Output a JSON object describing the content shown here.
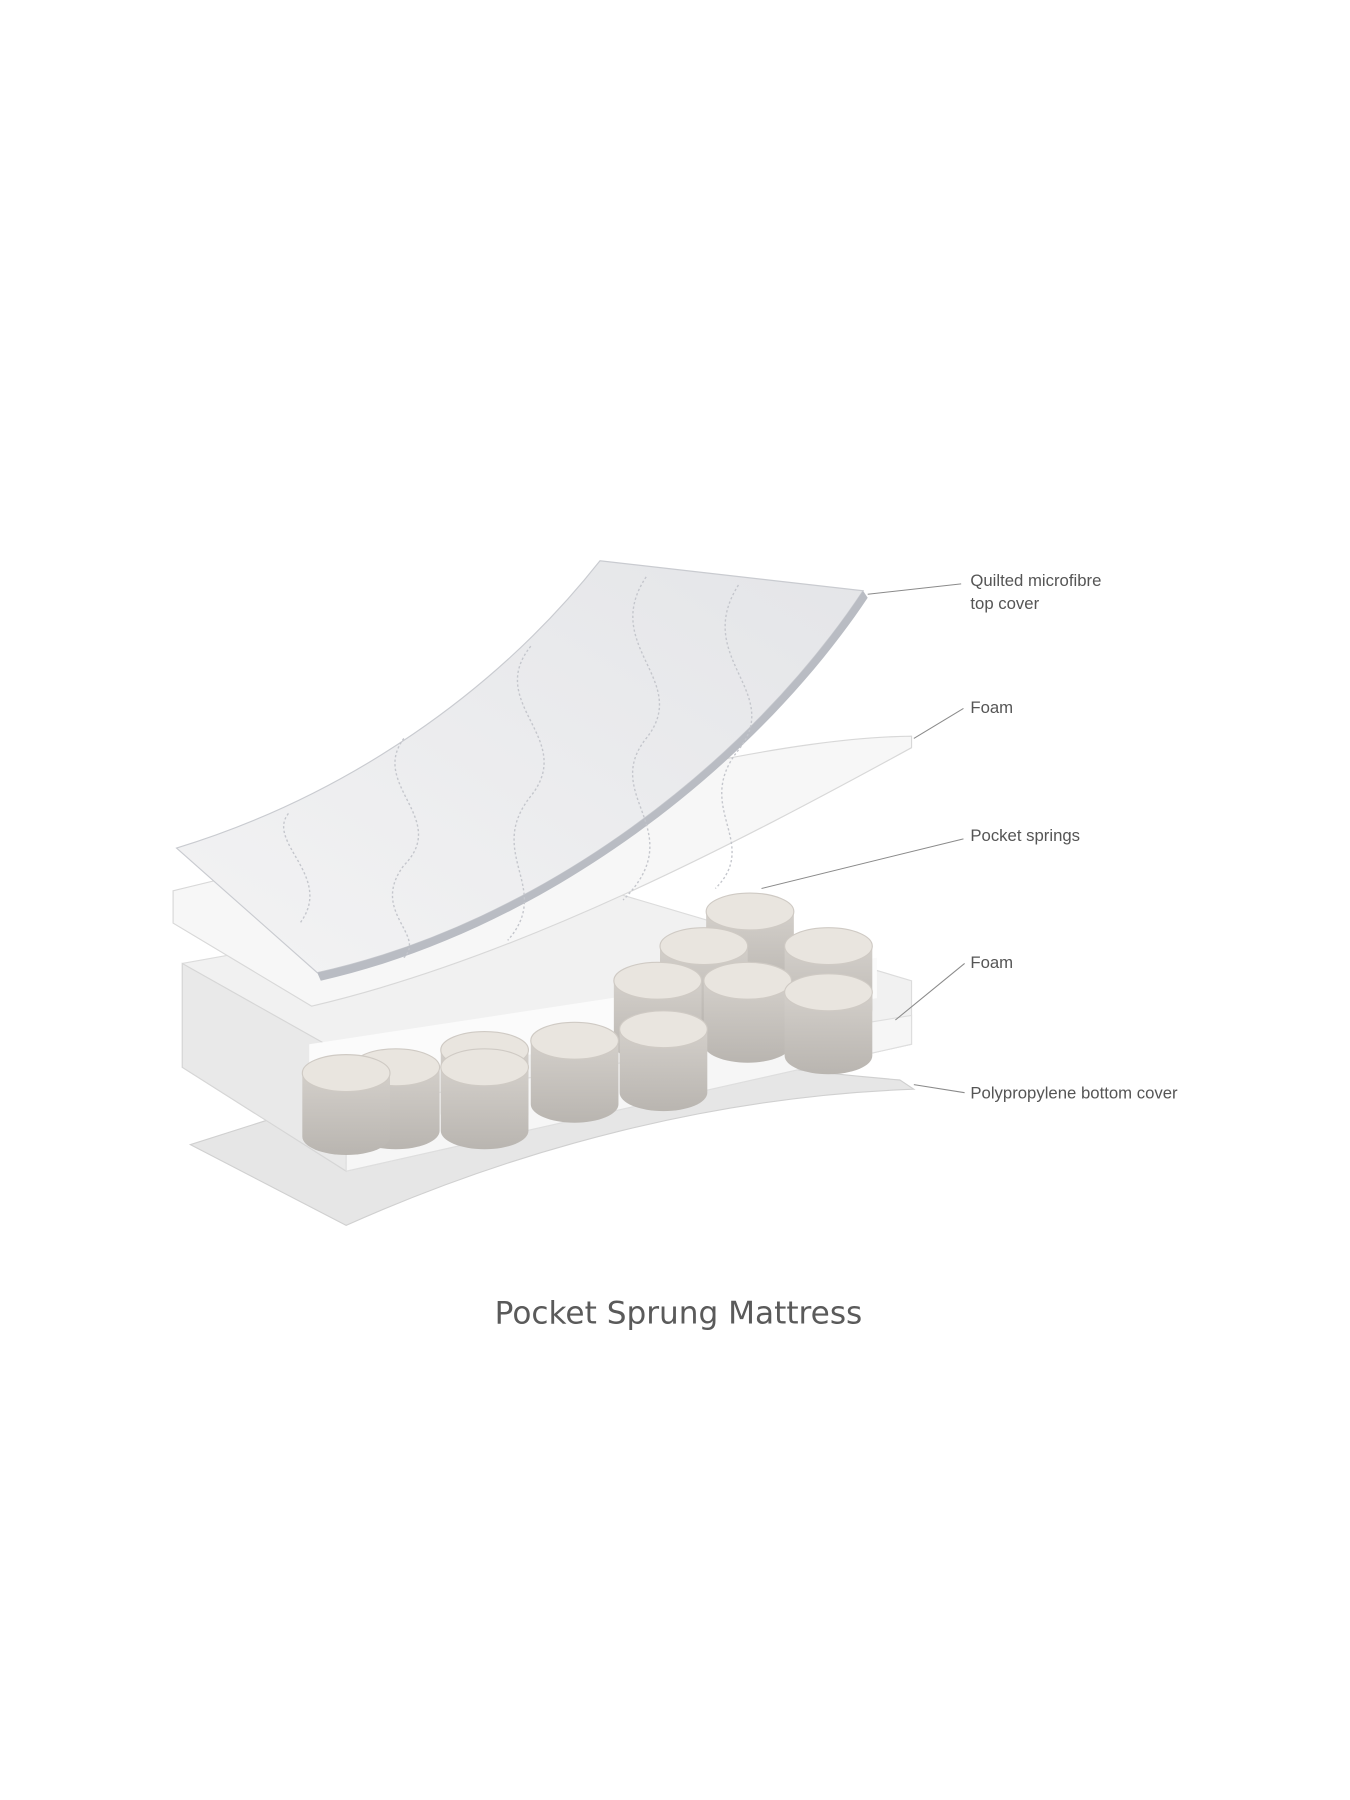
{
  "title": "Pocket Sprung Mattress",
  "layers": [
    {
      "label_lines": [
        "Quilted microfibre",
        "top cover"
      ]
    },
    {
      "label_lines": [
        "Foam"
      ]
    },
    {
      "label_lines": [
        "Pocket springs"
      ]
    },
    {
      "label_lines": [
        "Foam"
      ]
    },
    {
      "label_lines": [
        "Polypropylene bottom cover"
      ]
    }
  ],
  "colors": {
    "text": "#555555",
    "leader": "#8a8a8a",
    "spring_top": "#e9e5df",
    "spring_side": "#c8c4bf"
  }
}
